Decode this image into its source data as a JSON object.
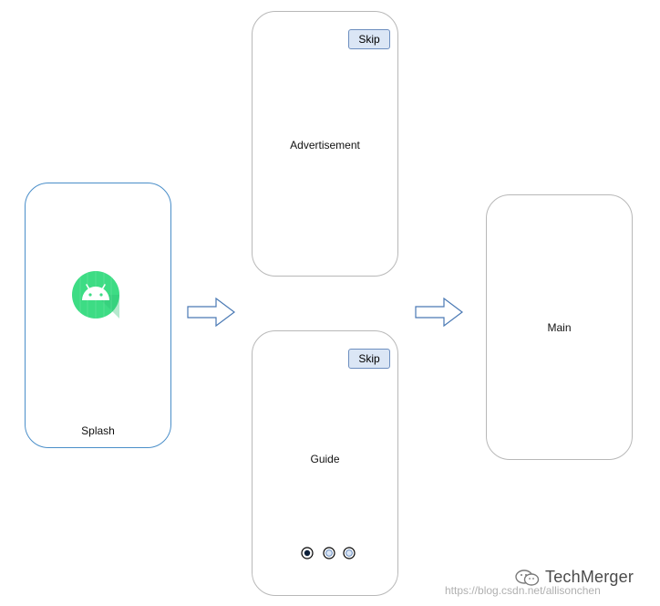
{
  "screens": {
    "splash": {
      "label": "Splash"
    },
    "advertisement": {
      "label": "Advertisement",
      "skip_label": "Skip"
    },
    "guide": {
      "label": "Guide",
      "skip_label": "Skip",
      "page_indicator": {
        "pages": 3,
        "active": 1
      }
    },
    "main": {
      "label": "Main"
    }
  },
  "icons": {
    "splash_logo": "android-icon",
    "arrows": "right-arrow-icon"
  },
  "colors": {
    "splash_border": "#4a8ec9",
    "phone_border": "#b8b8b8",
    "skip_fill": "#dbe6f5",
    "skip_border": "#6c8ebf",
    "android_green": "#3ddc84",
    "arrow_stroke": "#4a79b4"
  },
  "watermark": {
    "brand": "TechMerger",
    "url": "https://blog.csdn.net/allisonchen"
  }
}
